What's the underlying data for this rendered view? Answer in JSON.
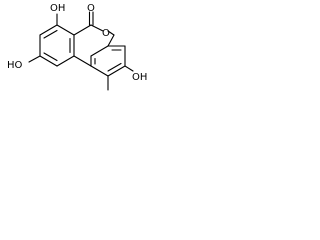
{
  "molecule": {
    "atoms": {
      "hydroxyl_top": "OH",
      "carbonyl_oxygen": "O",
      "hydroxyl_left": "HO",
      "ring_oxygen": "O",
      "hydroxyl_right": "OH"
    }
  }
}
